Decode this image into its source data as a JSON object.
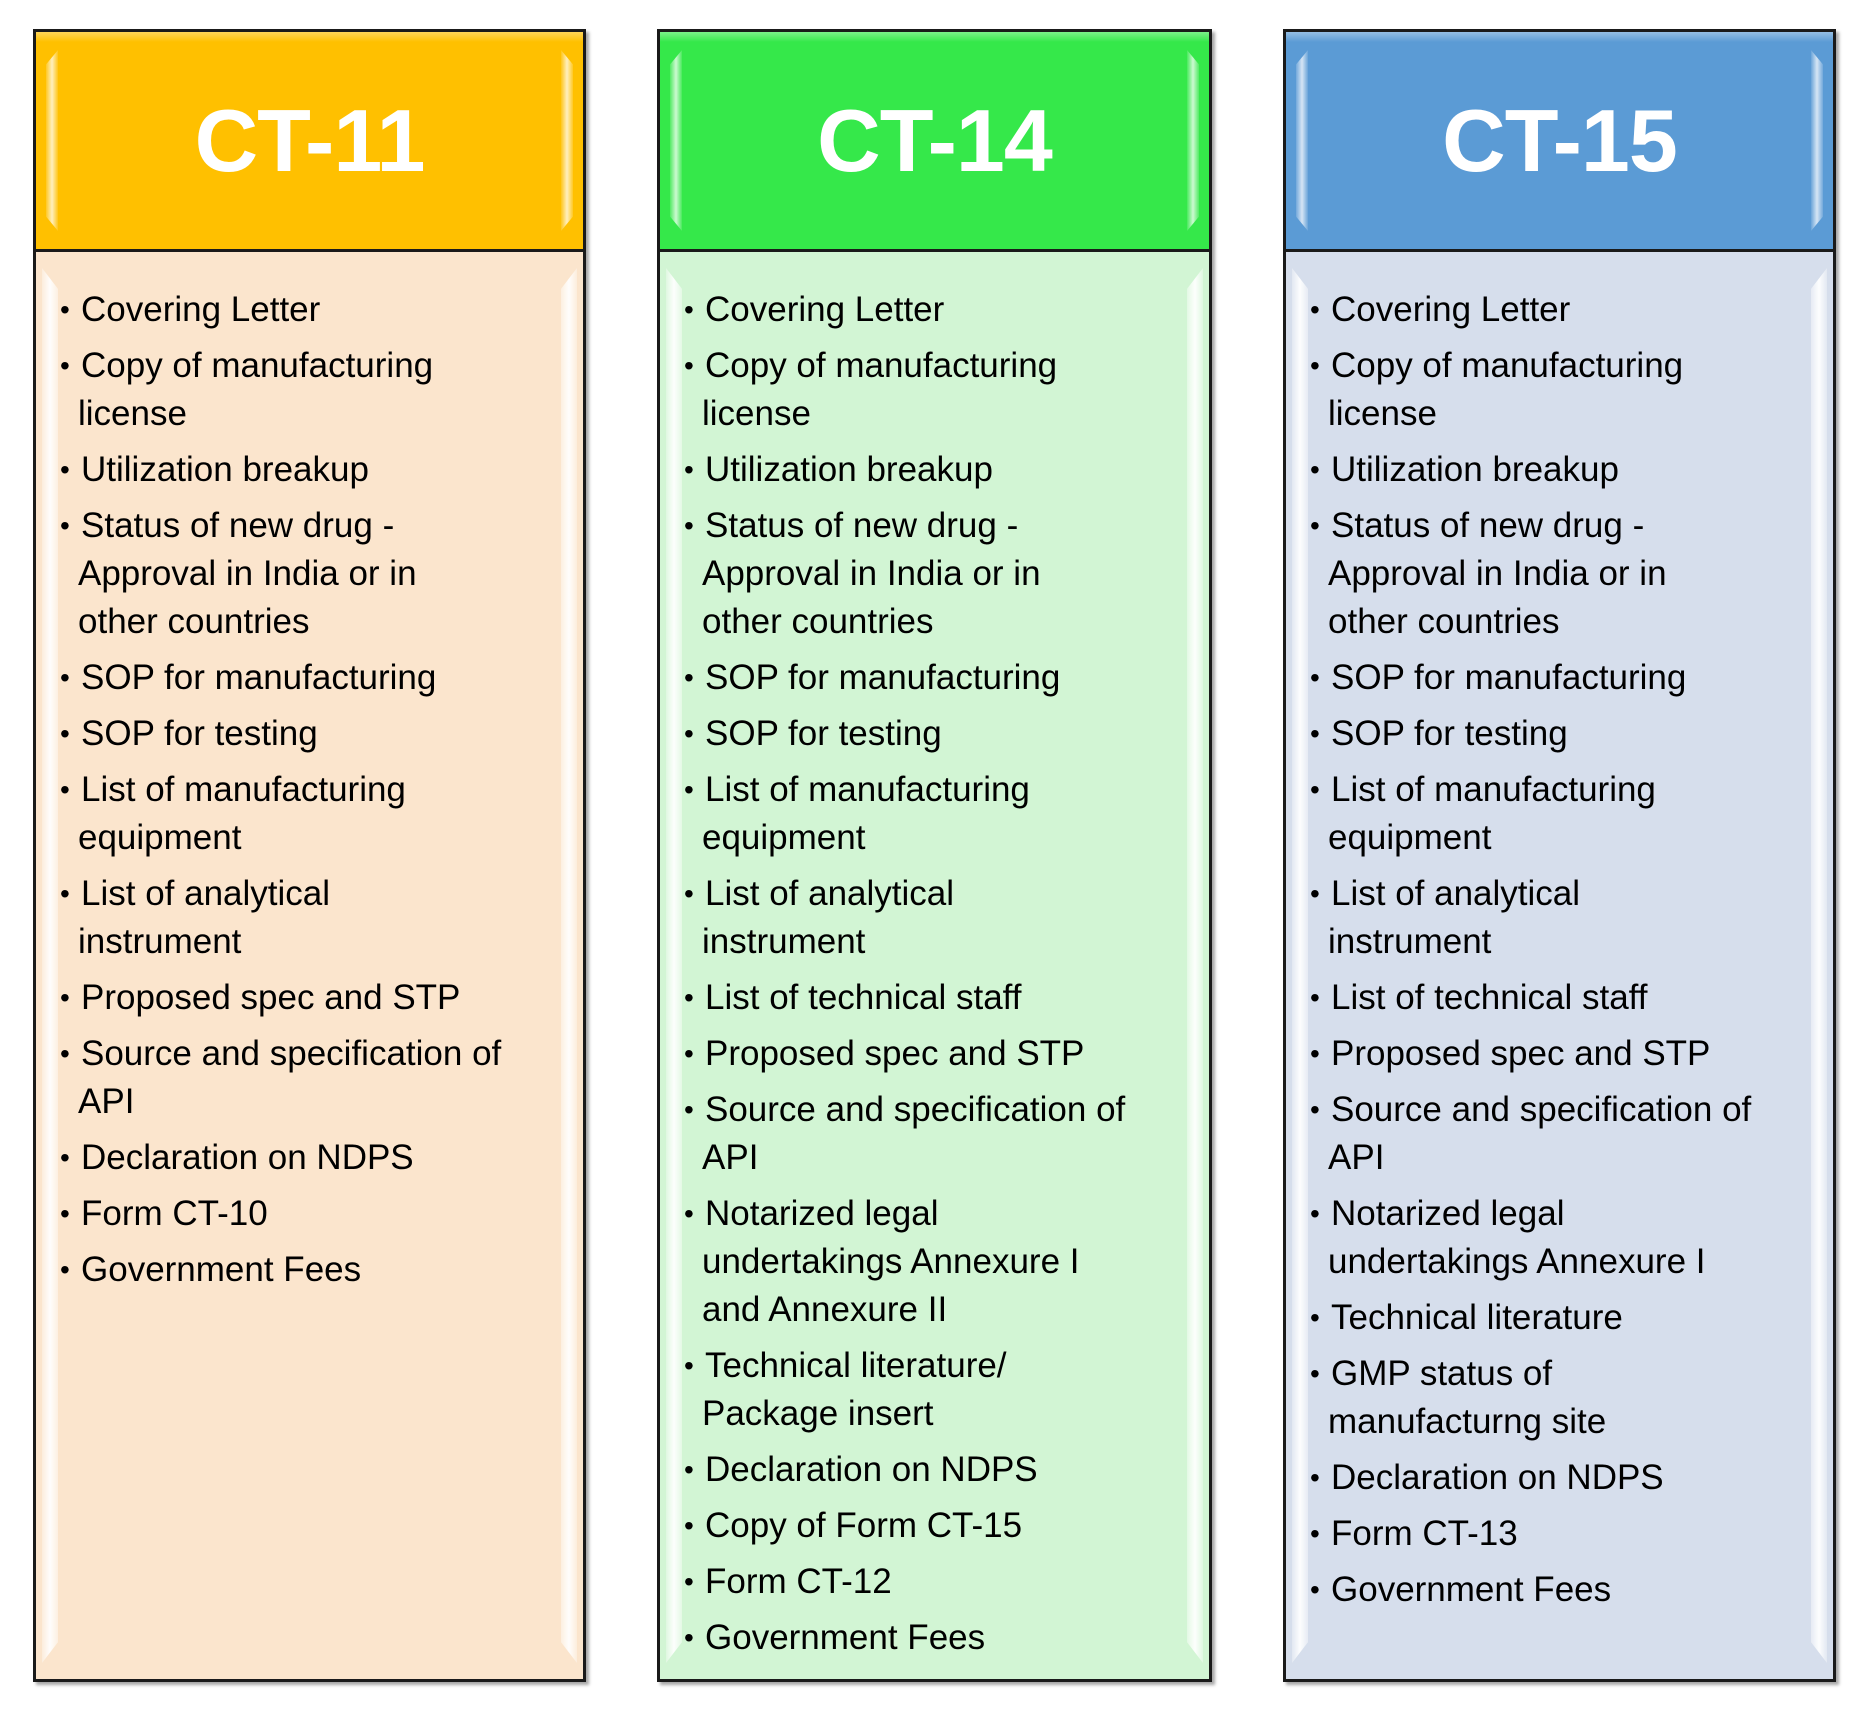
{
  "panels": [
    {
      "title": "CT-11",
      "header_color": "#FFC000",
      "body_color": "#FBE5CD",
      "items": [
        {
          "lines": [
            "Covering Letter"
          ]
        },
        {
          "lines": [
            "Copy of manufacturing",
            "license"
          ]
        },
        {
          "lines": [
            "Utilization breakup"
          ]
        },
        {
          "lines": [
            "Status of new drug -",
            "Approval in India or in",
            "other countries"
          ]
        },
        {
          "lines": [
            "SOP for manufacturing"
          ]
        },
        {
          "lines": [
            "SOP for testing"
          ]
        },
        {
          "lines": [
            "List of manufacturing",
            "equipment"
          ]
        },
        {
          "lines": [
            "List of analytical",
            "instrument"
          ]
        },
        {
          "lines": [
            "Proposed spec and STP"
          ]
        },
        {
          "lines": [
            "Source and specification of",
            "API"
          ]
        },
        {
          "lines": [
            "Declaration on NDPS"
          ]
        },
        {
          "lines": [
            "Form CT-10"
          ]
        },
        {
          "lines": [
            "Government Fees"
          ]
        }
      ]
    },
    {
      "title": "CT-14",
      "header_color": "#35E84A",
      "body_color": "#D2F5D4",
      "items": [
        {
          "lines": [
            "Covering Letter"
          ]
        },
        {
          "lines": [
            "Copy of manufacturing",
            "license"
          ]
        },
        {
          "lines": [
            "Utilization breakup"
          ]
        },
        {
          "lines": [
            "Status of new drug -",
            "Approval in India or in",
            "other countries"
          ]
        },
        {
          "lines": [
            "SOP for manufacturing"
          ]
        },
        {
          "lines": [
            "SOP for testing"
          ]
        },
        {
          "lines": [
            "List of manufacturing",
            "equipment"
          ]
        },
        {
          "lines": [
            "List of analytical",
            "instrument"
          ]
        },
        {
          "lines": [
            "List of technical staff"
          ]
        },
        {
          "lines": [
            "Proposed spec and STP"
          ]
        },
        {
          "lines": [
            "Source and specification of",
            "API"
          ]
        },
        {
          "lines": [
            "Notarized legal",
            "undertakings Annexure I",
            "and Annexure II"
          ]
        },
        {
          "lines": [
            "Technical literature/",
            "Package insert"
          ]
        },
        {
          "lines": [
            "Declaration on NDPS"
          ]
        },
        {
          "lines": [
            "Copy of Form CT-15"
          ]
        },
        {
          "lines": [
            "Form CT-12"
          ]
        },
        {
          "lines": [
            "Government Fees"
          ]
        }
      ]
    },
    {
      "title": "CT-15",
      "header_color": "#5B9BD5",
      "body_color": "#D6DEEC",
      "items": [
        {
          "lines": [
            "Covering Letter"
          ]
        },
        {
          "lines": [
            "Copy of manufacturing",
            "license"
          ]
        },
        {
          "lines": [
            "Utilization breakup"
          ]
        },
        {
          "lines": [
            "Status of new drug -",
            "Approval in India or in",
            "other countries"
          ]
        },
        {
          "lines": [
            "SOP for manufacturing"
          ]
        },
        {
          "lines": [
            "SOP for testing"
          ]
        },
        {
          "lines": [
            "List of manufacturing",
            "equipment"
          ]
        },
        {
          "lines": [
            "List of analytical",
            "instrument"
          ]
        },
        {
          "lines": [
            "List of technical staff"
          ]
        },
        {
          "lines": [
            "Proposed spec and STP"
          ]
        },
        {
          "lines": [
            "Source and specification of",
            "API"
          ]
        },
        {
          "lines": [
            "Notarized legal",
            "undertakings Annexure I"
          ]
        },
        {
          "lines": [
            "Technical literature"
          ]
        },
        {
          "lines": [
            "GMP status of",
            "manufacturng site"
          ]
        },
        {
          "lines": [
            "Declaration on NDPS"
          ]
        },
        {
          "lines": [
            "Form CT-13"
          ]
        },
        {
          "lines": [
            "Government Fees"
          ]
        }
      ]
    }
  ],
  "bullet_glyph": "•"
}
